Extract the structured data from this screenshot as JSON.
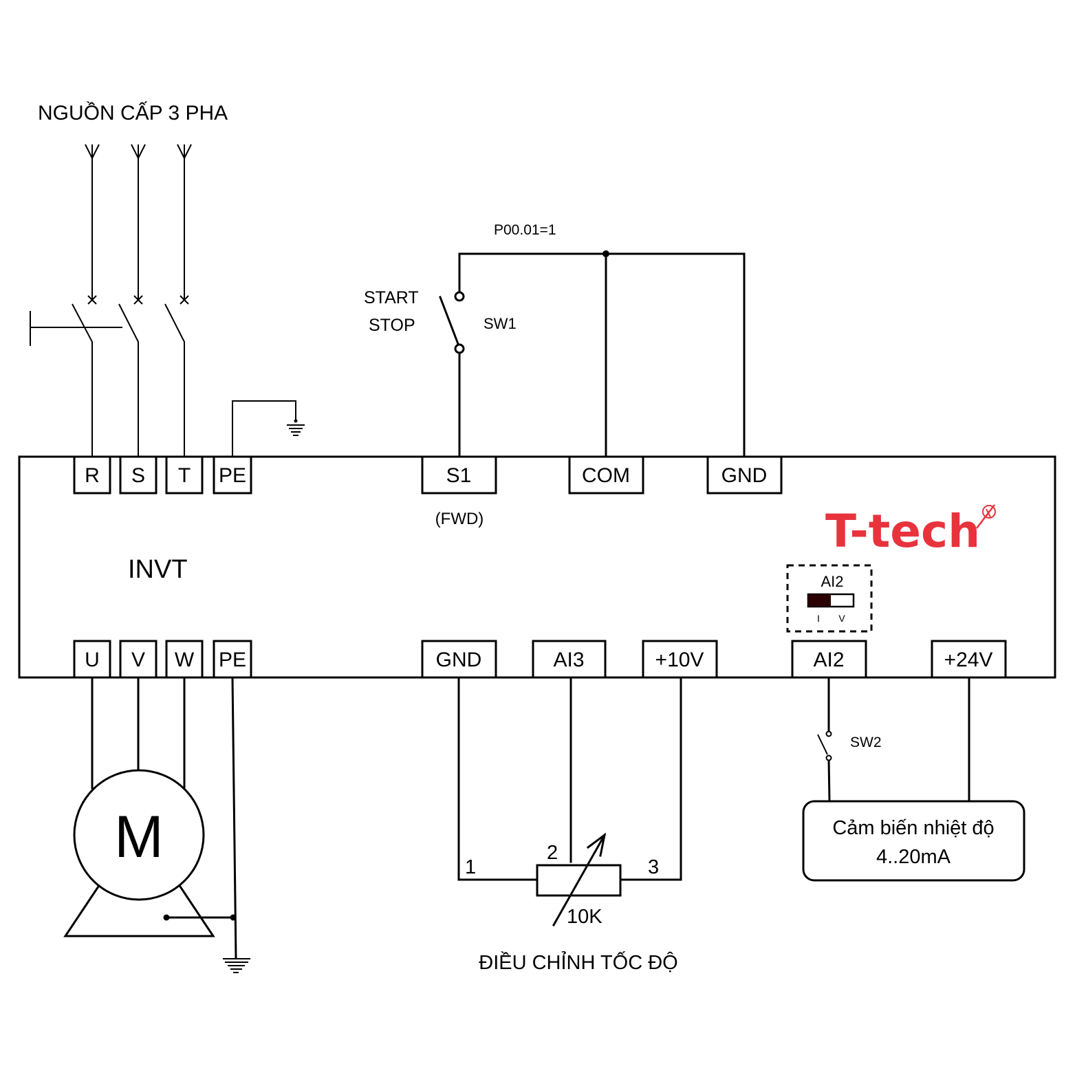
{
  "title": "NGUỒN CẤP 3 PHA",
  "inverter": {
    "brand_label": "INVT",
    "top_terminals": [
      "R",
      "S",
      "T",
      "PE",
      "S1",
      "COM",
      "GND"
    ],
    "bottom_terminals": [
      "U",
      "V",
      "W",
      "PE",
      "GND",
      "AI3",
      "+10V",
      "AI2",
      "+24V"
    ],
    "s1_note": "(FWD)"
  },
  "control": {
    "param": "P00.01=1",
    "start_label": "START",
    "stop_label": "STOP",
    "sw1_label": "SW1",
    "sw2_label": "SW2"
  },
  "ai2_switch": {
    "title": "AI2",
    "option_i": "I",
    "option_v": "V",
    "selected": "I"
  },
  "logo": {
    "text": "T-tech",
    "color": "#e8333d"
  },
  "motor": {
    "label": "M"
  },
  "potentiometer": {
    "pin1": "1",
    "pin2": "2",
    "pin3": "3",
    "value": "10K",
    "caption": "ĐIỀU CHỈNH TỐC ĐỘ"
  },
  "sensor": {
    "line1": "Cảm biến nhiệt độ",
    "line2": "4..20mA"
  }
}
